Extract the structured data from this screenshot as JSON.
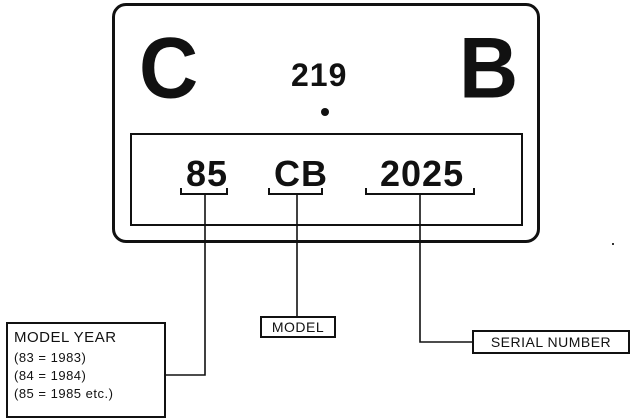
{
  "plate": {
    "letter_left": "C",
    "number": "219",
    "letter_right": "B",
    "code_year": "85",
    "code_model": "CB",
    "code_serial": "2025"
  },
  "callouts": {
    "model_year": {
      "title": "MODEL YEAR",
      "lines": [
        "(83  =  1983)",
        "(84  =  1984)",
        "(85  =  1985 etc.)"
      ]
    },
    "model": "MODEL",
    "serial_number": "SERIAL NUMBER"
  }
}
